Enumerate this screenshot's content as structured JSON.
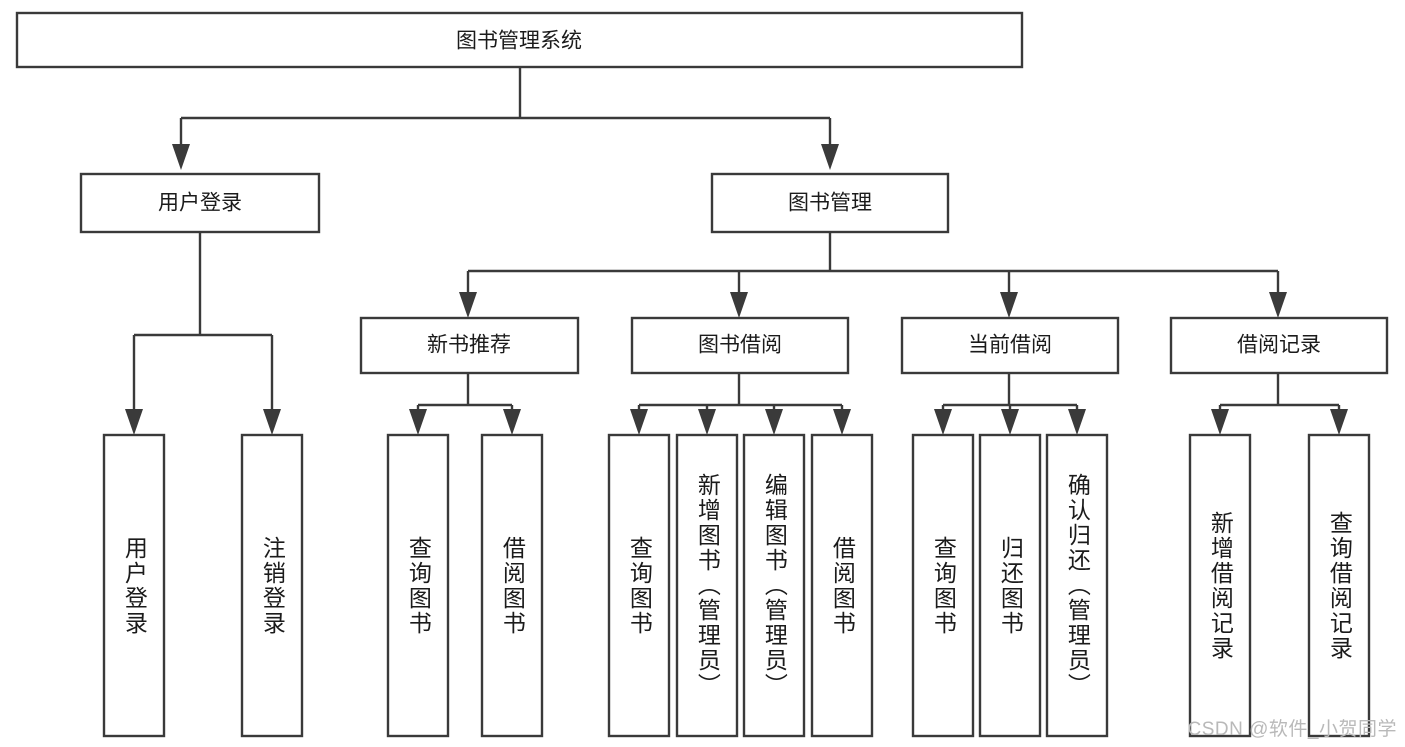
{
  "diagram": {
    "type": "tree",
    "title_node": "图书管理系统",
    "watermark": "CSDN @软件_小贺同学",
    "colors": {
      "stroke": "#3a3a3a",
      "fill": "#ffffff",
      "text": "#1b1b1b",
      "watermark": "#b9b9b9",
      "background": "#ffffff"
    },
    "nodes": {
      "root": {
        "label": "图书管理系统",
        "level": 1,
        "orientation": "horizontal"
      },
      "l2": [
        {
          "id": "user-login",
          "label": "用户登录",
          "level": 2,
          "orientation": "horizontal"
        },
        {
          "id": "book-manage",
          "label": "图书管理",
          "level": 2,
          "orientation": "horizontal"
        }
      ],
      "l3": [
        {
          "id": "new-book-recommend",
          "label": "新书推荐",
          "level": 3,
          "orientation": "horizontal",
          "parent": "book-manage"
        },
        {
          "id": "book-borrow",
          "label": "图书借阅",
          "level": 3,
          "orientation": "horizontal",
          "parent": "book-manage"
        },
        {
          "id": "current-borrow",
          "label": "当前借阅",
          "level": 3,
          "orientation": "horizontal",
          "parent": "book-manage"
        },
        {
          "id": "borrow-record",
          "label": "借阅记录",
          "level": 3,
          "orientation": "horizontal",
          "parent": "book-manage"
        }
      ],
      "leaves": [
        {
          "id": "leaf-user-login",
          "label": "用户登录",
          "parent": "user-login"
        },
        {
          "id": "leaf-logout-login",
          "label": "注销登录",
          "parent": "user-login"
        },
        {
          "id": "leaf-query-book-1",
          "label": "查询图书",
          "parent": "new-book-recommend"
        },
        {
          "id": "leaf-borrow-book-1",
          "label": "借阅图书",
          "parent": "new-book-recommend"
        },
        {
          "id": "leaf-query-book-2",
          "label": "查询图书",
          "parent": "book-borrow"
        },
        {
          "id": "leaf-add-book",
          "label": "新增图书（管理员）",
          "parent": "book-borrow"
        },
        {
          "id": "leaf-edit-book",
          "label": "编辑图书（管理员）",
          "parent": "book-borrow"
        },
        {
          "id": "leaf-borrow-book-2",
          "label": "借阅图书",
          "parent": "book-borrow"
        },
        {
          "id": "leaf-query-book-3",
          "label": "查询图书",
          "parent": "current-borrow"
        },
        {
          "id": "leaf-return-book",
          "label": "归还图书",
          "parent": "current-borrow"
        },
        {
          "id": "leaf-confirm-return",
          "label": "确认归还（管理员）",
          "parent": "current-borrow"
        },
        {
          "id": "leaf-add-borrow-record",
          "label": "新增借阅记录",
          "parent": "borrow-record"
        },
        {
          "id": "leaf-query-borrow-record",
          "label": "查询借阅记录",
          "parent": "borrow-record"
        }
      ]
    }
  }
}
